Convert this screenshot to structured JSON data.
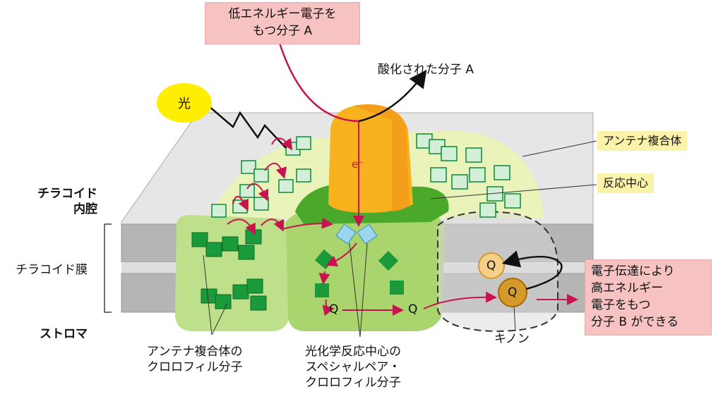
{
  "labels": {
    "low_energy_box": "低エネルギー電子を\nもつ分子 A",
    "oxidized": "酸化された分子 A",
    "light": "光",
    "electron": "e⁻",
    "antenna_complex": "アンテナ複合体",
    "reaction_center": "反応中心",
    "lumen": "チラコイド\n内腔",
    "membrane": "チラコイド膜",
    "stroma": "ストロマ",
    "high_energy_box": "電子伝達により\n高エネルギー\n電子をもつ\n分子 B ができる",
    "antenna_chlorophyll": "アンテナ複合体の\nクロロフィル分子",
    "special_pair": "光化学反応中心の\nスペシャルペア・\nクロロフィル分子",
    "quinone": "キノン",
    "q": "Q"
  },
  "colors": {
    "pink_box": "#f7c2c2",
    "yellow_label": "#fbf3a9",
    "arrow": "#c8134f",
    "membrane_gray": "#b9b9b9",
    "green_light": "#bfe08a",
    "orange": "#f5a623"
  }
}
